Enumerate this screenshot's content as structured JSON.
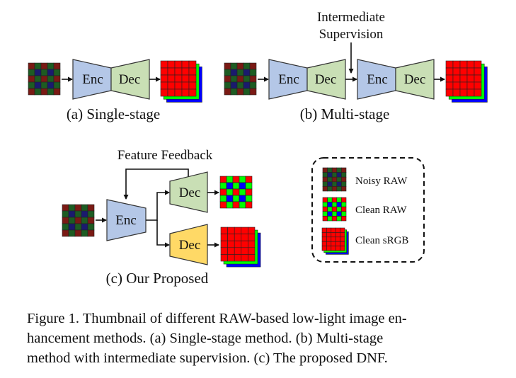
{
  "labels": {
    "enc": "Enc",
    "dec": "Dec",
    "intermediate": "Intermediate",
    "supervision": "Supervision",
    "feature_feedback": "Feature Feedback"
  },
  "panels": {
    "a": "(a) Single-stage",
    "b": "(b) Multi-stage",
    "c": "(c) Our Proposed"
  },
  "legend": {
    "noisy_raw": "Noisy RAW",
    "clean_raw": "Clean RAW",
    "clean_srgb": "Clean sRGB"
  },
  "caption": {
    "line1": "Figure 1. Thumbnail of different RAW-based low-light image en-",
    "line2": "hancement methods.  (a) Single-stage method.  (b) Multi-stage",
    "line3": "method with intermediate supervision. (c) The proposed DNF."
  },
  "colors": {
    "enc_fill": "#b4c7e7",
    "dec_fill": "#c9dfb5",
    "dec_yellow_fill": "#ffd966",
    "noisy_red": "#7a1a14",
    "noisy_green": "#1d5c22",
    "noisy_blue": "#1a1a6e",
    "clean_red": "#ff0000",
    "clean_green": "#00ff00",
    "clean_blue": "#0000ff"
  }
}
